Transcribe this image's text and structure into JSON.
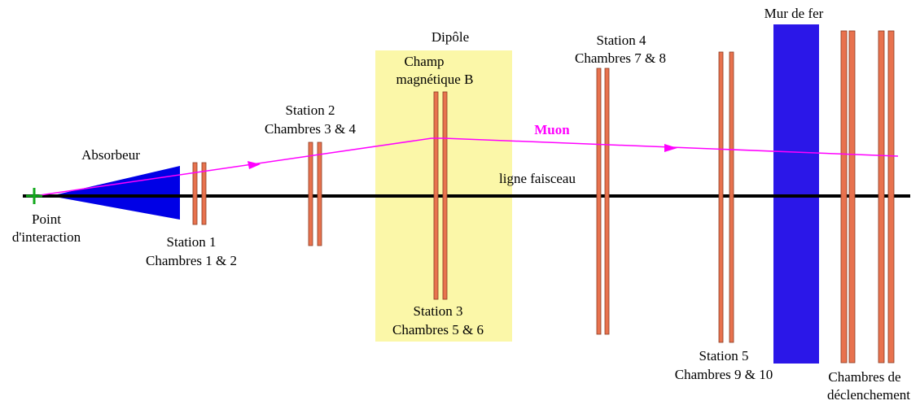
{
  "colors": {
    "absorber": "#0000e6",
    "iron_wall": "#2b17e8",
    "dipole_field": "#fbf7a8",
    "chamber_fill": "#e8724e",
    "chamber_stroke": "#8a3a22",
    "muon": "#ff00ff",
    "beam_line": "#000000",
    "interaction_point": "#11a81b"
  },
  "icons": {
    "interaction_point": "plus-marker",
    "muon_direction": "arrowhead"
  },
  "labels": {
    "absorber": "Absorbeur",
    "interaction_point_line1": "Point",
    "interaction_point_line2": "d'interaction",
    "dipole": "Dipôle",
    "magnetic_field_line1": "Champ",
    "magnetic_field_line2": "magnétique B",
    "muon": "Muon",
    "beam_line": "ligne faisceau",
    "iron_wall": "Mur de fer",
    "trigger_line1": "Chambres de",
    "trigger_line2": "déclenchement"
  },
  "stations": [
    {
      "name": "Station 1",
      "chambers": "Chambres 1 & 2"
    },
    {
      "name": "Station 2",
      "chambers": "Chambres 3 & 4"
    },
    {
      "name": "Station 3",
      "chambers": "Chambres 5 & 6"
    },
    {
      "name": "Station 4",
      "chambers": "Chambres 7 & 8"
    },
    {
      "name": "Station 5",
      "chambers": "Chambres 9 & 10"
    }
  ]
}
